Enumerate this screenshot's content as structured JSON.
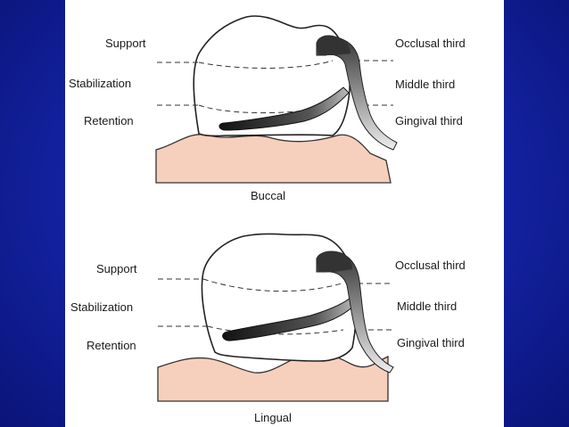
{
  "figure_top": {
    "left_labels": [
      "Support",
      "Stabilization",
      "Retention"
    ],
    "right_labels": [
      "Occlusal third",
      "Middle third",
      "Gingival third"
    ],
    "caption": "Buccal"
  },
  "figure_bottom": {
    "left_labels": [
      "Support",
      "Stabilization",
      "Retention"
    ],
    "right_labels": [
      "Occlusal third",
      "Middle third",
      "Gingival third"
    ],
    "caption": "Lingual"
  },
  "colors": {
    "background": "#1524a8",
    "panel": "#ffffff",
    "gum": "#f7cfbd",
    "clasp": "#2b2b2b"
  }
}
